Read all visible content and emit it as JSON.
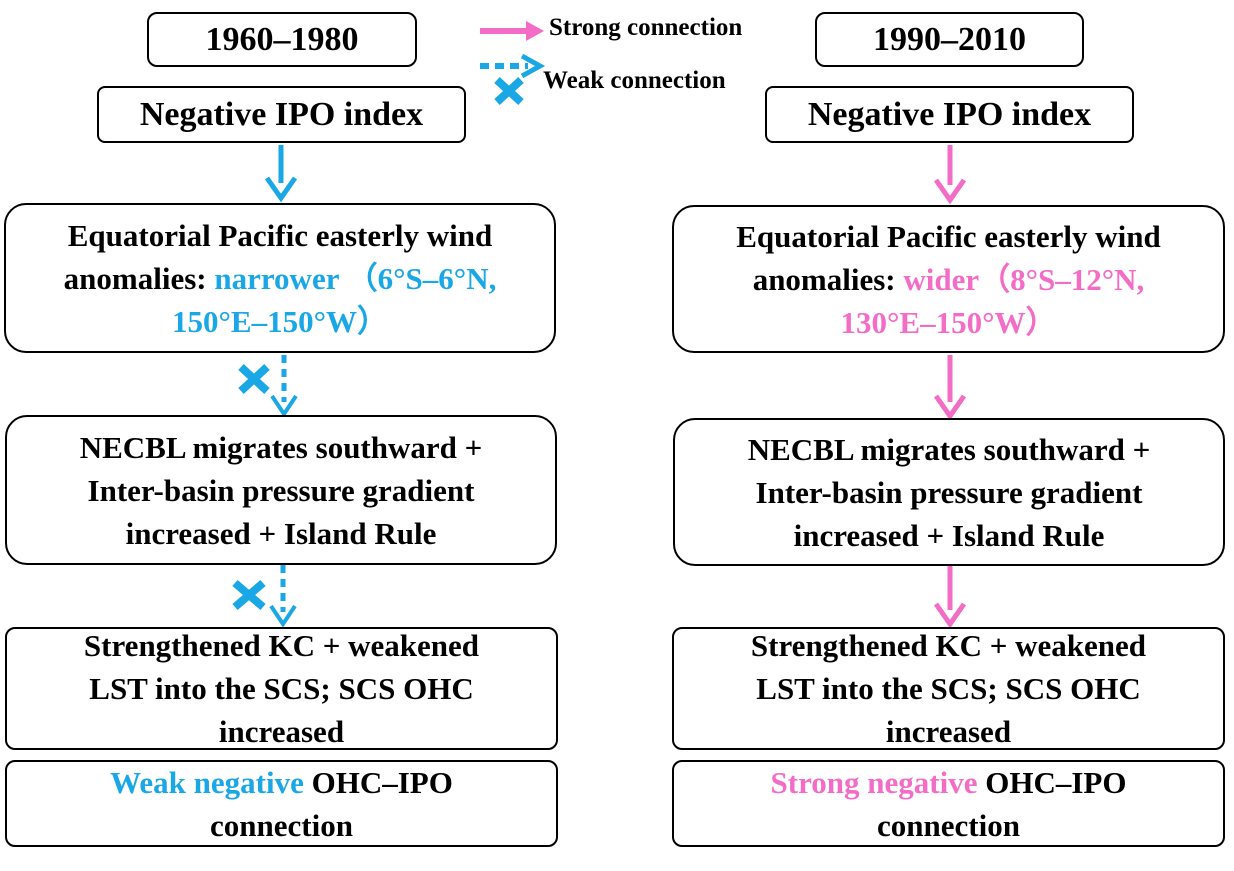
{
  "colors": {
    "weak": "#1aa7e6",
    "strong": "#f36cc6"
  },
  "legend": {
    "strong_label": "Strong connection",
    "weak_label": "Weak connection",
    "icons": [
      "solid-arrow-icon",
      "dashed-arrow-icon",
      "cross-icon"
    ]
  },
  "left": {
    "period": "1960–1980",
    "ipo": "Negative IPO index",
    "wind": {
      "line1": "Equatorial Pacific easterly wind",
      "line2_plain": "anomalies: ",
      "line2_colored": "narrower （6°S–6°N,",
      "line3_colored": "150°E–150°W）"
    },
    "necbl": [
      "NECBL migrates southward +",
      "Inter-basin pressure gradient",
      "increased + Island Rule"
    ],
    "kc": [
      "Strengthened KC + weakened",
      "LST into the SCS; SCS OHC",
      "increased"
    ],
    "result": {
      "colored": "Weak negative",
      "plain": " OHC–IPO",
      "line2": "connection"
    }
  },
  "right": {
    "period": "1990–2010",
    "ipo": "Negative IPO index",
    "wind": {
      "line1": "Equatorial Pacific easterly wind",
      "line2_plain": "anomalies: ",
      "line2_colored": "wider（8°S–12°N,",
      "line3_colored": "130°E–150°W）"
    },
    "necbl": [
      "NECBL migrates southward +",
      "Inter-basin pressure gradient",
      "increased + Island Rule"
    ],
    "kc": [
      "Strengthened KC + weakened",
      "LST into the SCS; SCS OHC",
      "increased"
    ],
    "result": {
      "colored": "Strong negative",
      "plain": " OHC–IPO",
      "line2": "connection"
    }
  }
}
